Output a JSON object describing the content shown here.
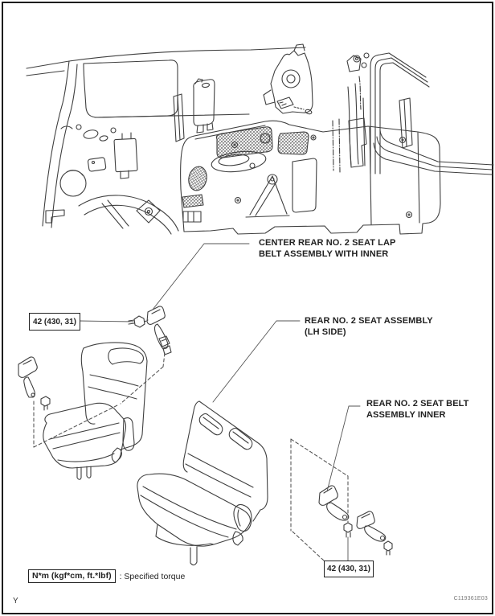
{
  "figure": {
    "labels": {
      "lap_belt": {
        "line1": "CENTER REAR NO. 2 SEAT LAP",
        "line2": "BELT ASSEMBLY WITH INNER"
      },
      "seat_assembly": {
        "line1": "REAR NO. 2 SEAT ASSEMBLY",
        "line2": "(LH SIDE)"
      },
      "belt_inner": {
        "line1": "REAR NO. 2 SEAT BELT",
        "line2": "ASSEMBLY INNER"
      }
    },
    "torque1": {
      "value": "42 (430, 31)"
    },
    "torque2": {
      "value": "42 (430, 31)"
    },
    "legend": {
      "unit_label": "N*m (kgf*cm, ft.*lbf)",
      "description": ": Specified torque"
    },
    "footer": {
      "page_letter": "Y",
      "figure_code": "C119361E03"
    },
    "colors": {
      "line": "#3f3f3f",
      "leader": "#555555",
      "text": "#1a1a1a",
      "border": "#1d1d1d",
      "background": "#ffffff"
    }
  }
}
